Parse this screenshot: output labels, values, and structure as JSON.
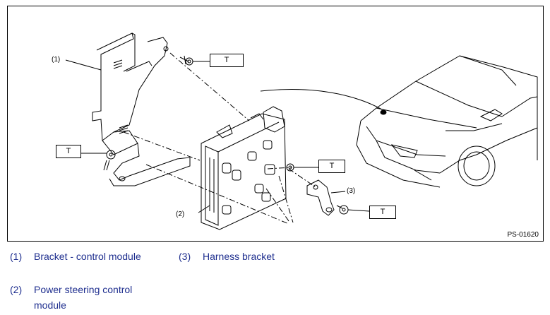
{
  "figure": {
    "id": "PS-01620",
    "callouts": [
      "(1)",
      "(2)",
      "(3)"
    ],
    "torque_label": "T"
  },
  "legend": [
    {
      "num": "(1)",
      "text": "Bracket - control module"
    },
    {
      "num": "(3)",
      "text": "Harness bracket"
    },
    {
      "num": "(2)",
      "text": "Power steering control module"
    }
  ]
}
